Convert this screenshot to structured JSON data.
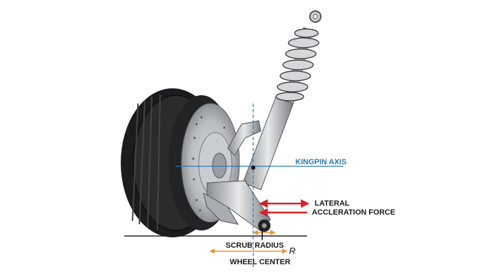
{
  "labels": {
    "kingpin_axis": "KINGPIN AXIS",
    "lateral": "LATERAL",
    "accleration_force": "ACCLERATION FORCE",
    "scrub_radius": "SCRUB RADIUS",
    "r": "R",
    "wheel_center": "WHEEL CENTER"
  },
  "colors": {
    "kingpin": "#2a7ab8",
    "force": "#d8202a",
    "scrub": "#e8923a",
    "ground": "#222222"
  }
}
